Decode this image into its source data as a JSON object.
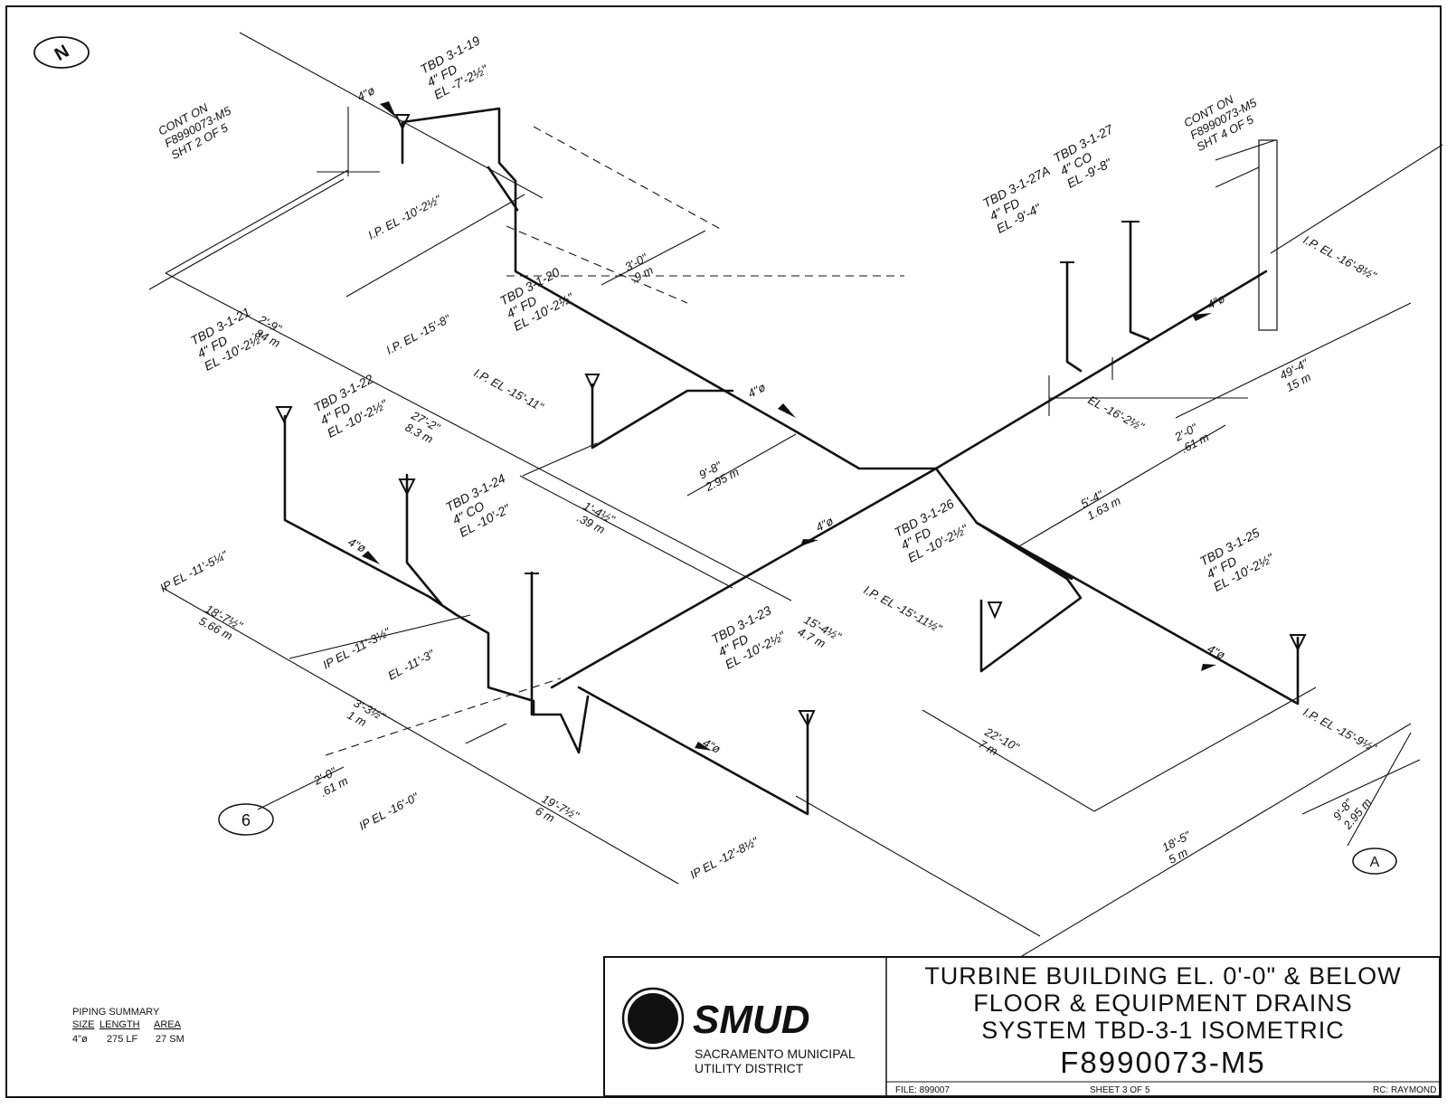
{
  "north_label": "N",
  "continuations": [
    [
      "CONT ON",
      "F8990073-M5",
      "SHT 2 OF 5"
    ],
    [
      "CONT ON",
      "F8990073-M5",
      "SHT 4 OF 5"
    ]
  ],
  "drains": [
    [
      "TBD 3-1-19",
      "4\" FD",
      "EL -7'-2½\""
    ],
    [
      "TBD 3-1-20",
      "4\" FD",
      "EL -10'-2½\""
    ],
    [
      "TBD 3-1-21",
      "4\" FD",
      "EL -10'-2½\""
    ],
    [
      "TBD 3-1-22",
      "4\" FD",
      "EL -10'-2½\""
    ],
    [
      "TBD 3-1-24",
      "4\" CO",
      "EL -10'-2\""
    ],
    [
      "TBD 3-1-23",
      "4\" FD",
      "EL -10'-2½\""
    ],
    [
      "TBD 3-1-26",
      "4\" FD",
      "EL -10'-2½\""
    ],
    [
      "TBD 3-1-25",
      "4\" FD",
      "EL -10'-2½\""
    ],
    [
      "TBD 3-1-27",
      "4\" CO",
      "EL -9'-8\""
    ],
    [
      "TBD 3-1-27A",
      "4\" FD",
      "EL -9'-4\""
    ]
  ],
  "invert_labels": [
    "I.P. EL -10'-2½\"",
    "I.P. EL -15'-8\"",
    "I.P. EL -15'-11\"",
    "IP EL -11'-5¼\"",
    "IP EL -11'-3½\"",
    "EL -11'-3\"",
    "I.P. EL -15'-11½\"",
    "EL -16'-2½\"",
    "I.P. EL -16'-8½\"",
    "I.P. EL -15'-9½\"",
    "IP EL -16'-0\"",
    "IP EL -12'-8½\""
  ],
  "dimensions": [
    [
      "2'-9\"",
      ".84 m"
    ],
    [
      "3'-0\"",
      ".9 m"
    ],
    [
      "27'-2\"",
      "8.3 m"
    ],
    [
      "9'-8\"",
      "2.95 m"
    ],
    [
      "1'-4½\"",
      ".39 m"
    ],
    [
      "18'-7½\"",
      "5.66 m"
    ],
    [
      "3'-3½\"",
      "1 m"
    ],
    [
      "15'-4½\"",
      "4.7 m"
    ],
    [
      "22'-10\"",
      "7 m"
    ],
    [
      "19'-7½\"",
      "6 m"
    ],
    [
      "2'-0\"",
      ".61 m"
    ],
    [
      "18'-5\"",
      "5 m"
    ],
    [
      "5'-4\"",
      "1.63 m"
    ],
    [
      "2'-0\"",
      ".61 m"
    ],
    [
      "49'-4\"",
      "15 m"
    ],
    [
      "9'-8\"",
      "2.95 m"
    ]
  ],
  "pipe_size": "4\"ø",
  "grid_markers": [
    "6",
    "A"
  ],
  "piping_summary": {
    "title": "PIPING SUMMARY",
    "headers": [
      "SIZE",
      "LENGTH",
      "AREA"
    ],
    "row": [
      "4\"ø",
      "275 LF",
      "27 SM"
    ]
  },
  "title_block": {
    "logo_text": "SMUD",
    "org_line1": "SACRAMENTO MUNICIPAL",
    "org_line2": "UTILITY DISTRICT",
    "title_line1": "TURBINE BUILDING EL. 0'-0\" & BELOW",
    "title_line2": "FLOOR & EQUIPMENT DRAINS",
    "title_line3": "SYSTEM TBD-3-1 ISOMETRIC",
    "drawing_number": "F8990073-M5",
    "file": "FILE: 899007",
    "sheet": "SHEET 3 OF 5",
    "drawn_by": "RC: RAYMOND"
  }
}
